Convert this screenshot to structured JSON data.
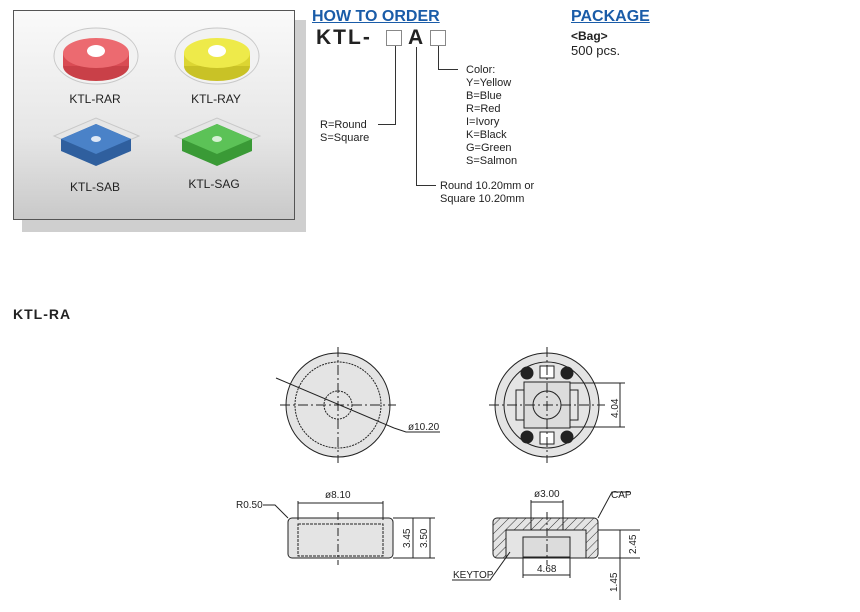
{
  "products": [
    {
      "label": "KTL-RAR",
      "color": "#e85a60"
    },
    {
      "label": "KTL-RAY",
      "color": "#e6e040"
    },
    {
      "label": "KTL-SAB",
      "color": "#3f77c2"
    },
    {
      "label": "KTL-SAG",
      "color": "#4fb84a"
    }
  ],
  "how_to_order": {
    "title": "HOW TO ORDER",
    "code_prefix": "KTL-",
    "code_fixed": "A",
    "shape_options": [
      "R=Round",
      "S=Square"
    ],
    "size_options": [
      "Round 10.20mm or",
      "Square 10.20mm"
    ],
    "color_title": "Color:",
    "color_options": [
      "Y=Yellow",
      "B=Blue",
      "R=Red",
      "I=Ivory",
      "K=Black",
      "G=Green",
      "S=Salmon"
    ]
  },
  "package": {
    "title": "PACKAGE",
    "type": "<Bag>",
    "quantity": "500 pcs."
  },
  "section_title": "KTL-RA",
  "drawing": {
    "dia_outer": "ø10.20",
    "dim_404": "4.04",
    "radius": "R0.50",
    "dia_inner": "ø8.10",
    "h_345": "3.45",
    "h_350": "3.50",
    "dia_hole": "ø3.00",
    "cap_label": "CAP",
    "keytop_label": "KEYTOP",
    "w_468": "4.68",
    "h_245": "2.45",
    "h_145": "1.45"
  },
  "colors": {
    "heading": "#1a5ca8"
  }
}
